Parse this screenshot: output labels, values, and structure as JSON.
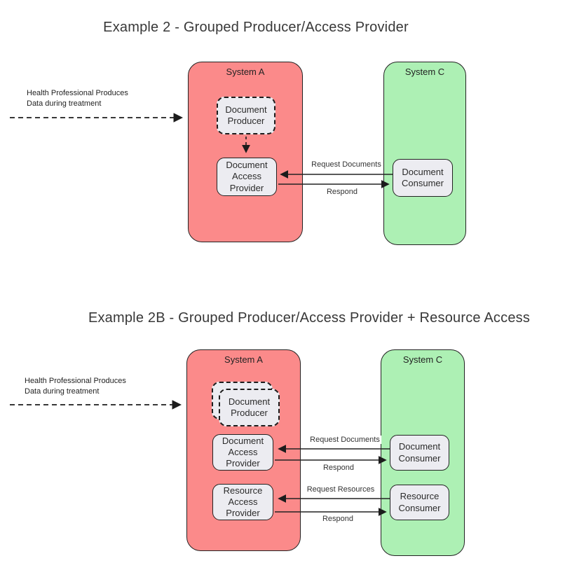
{
  "colors": {
    "system_a_fill": "#fb8a8a",
    "system_c_fill": "#adf0b4",
    "node_fill": "#ececf1",
    "line_color": "#222222"
  },
  "diagram1": {
    "title": "Example 2 - Grouped Producer/Access Provider",
    "annotation": {
      "line1": "Health Professional Produces",
      "line2": "Data during treatment"
    },
    "system_a": {
      "label": "System A",
      "producer": "Document Producer",
      "access_provider": "Document Access Provider"
    },
    "system_c": {
      "label": "System C",
      "consumer": "Document Consumer"
    },
    "arrows": {
      "request_documents": "Request Documents",
      "respond": "Respond"
    }
  },
  "diagram2": {
    "title": "Example 2B - Grouped Producer/Access Provider + Resource Access",
    "annotation": {
      "line1": "Health Professional Produces",
      "line2": "Data during treatment"
    },
    "system_a": {
      "label": "System A",
      "producer": "Document Producer",
      "document_access_provider": "Document Access Provider",
      "resource_access_provider": "Resource Access Provider"
    },
    "system_c": {
      "label": "System C",
      "document_consumer": "Document Consumer",
      "resource_consumer": "Resource Consumer"
    },
    "arrows": {
      "request_documents": "Request Documents",
      "respond_documents": "Respond",
      "request_resources": "Request Resources",
      "respond_resources": "Respond"
    }
  }
}
